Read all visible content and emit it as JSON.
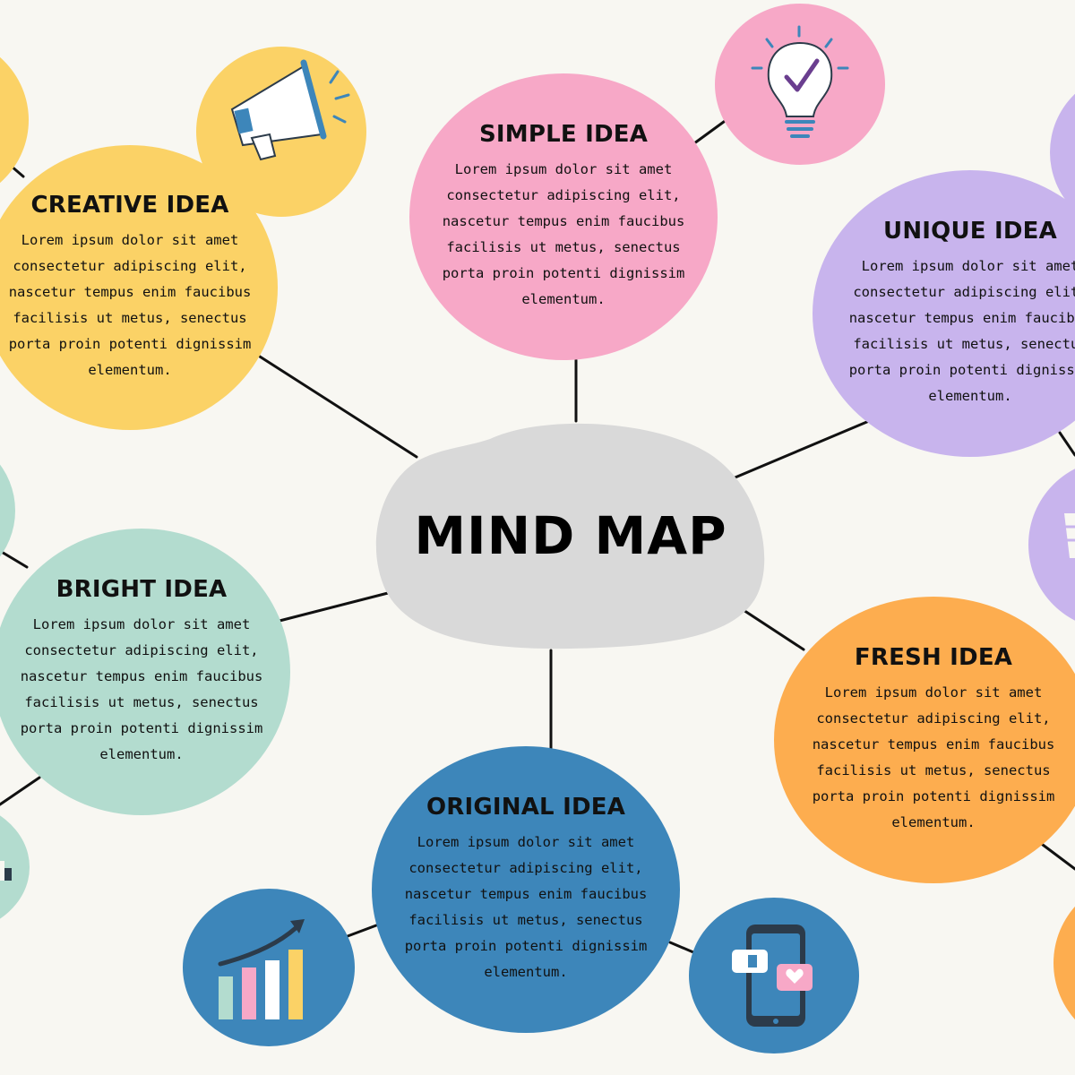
{
  "center": {
    "title": "MIND MAP",
    "color": "#d9d9d9"
  },
  "ideas": [
    {
      "key": "creative",
      "title": "CREATIVE IDEA",
      "color": "#fbd266",
      "body": "Lorem ipsum dolor sit amet consectetur adipiscing elit, nascetur tempus enim faucibus facilisis ut metus, senectus porta proin potenti dignissim elementum."
    },
    {
      "key": "simple",
      "title": "SIMPLE IDEA",
      "color": "#f7a8c7",
      "body": "Lorem ipsum dolor sit amet consectetur adipiscing elit, nascetur tempus enim faucibus facilisis ut metus, senectus porta proin potenti dignissim elementum."
    },
    {
      "key": "unique",
      "title": "UNIQUE IDEA",
      "color": "#c8b4ed",
      "body": "Lorem ipsum dolor sit amet consectetur adipiscing elit, nascetur tempus enim faucibus facilisis ut metus, senectus porta proin potenti dignissim elementum."
    },
    {
      "key": "bright",
      "title": "BRIGHT IDEA",
      "color": "#b3dccf",
      "body": "Lorem ipsum dolor sit amet consectetur adipiscing elit, nascetur tempus enim faucibus facilisis ut metus, senectus porta proin potenti dignissim elementum."
    },
    {
      "key": "fresh",
      "title": "FRESH IDEA",
      "color": "#fdad4f",
      "body": "Lorem ipsum dolor sit amet consectetur adipiscing elit, nascetur tempus enim faucibus facilisis ut metus, senectus porta proin potenti dignissim elementum."
    },
    {
      "key": "original",
      "title": "ORIGINAL IDEA",
      "color": "#3d86ba",
      "body": "Lorem ipsum dolor sit amet consectetur adipiscing elit, nascetur tempus enim faucibus facilisis ut metus, senectus porta proin potenti dignissim elementum."
    }
  ],
  "icons": {
    "megaphone": "megaphone-icon",
    "lightbulb": "lightbulb-check-icon",
    "growth": "growth-chart-icon",
    "phone": "phone-social-icon"
  },
  "palette": {
    "line": "#111111",
    "background": "#f8f7f2",
    "ink": "#2c3b4a"
  }
}
